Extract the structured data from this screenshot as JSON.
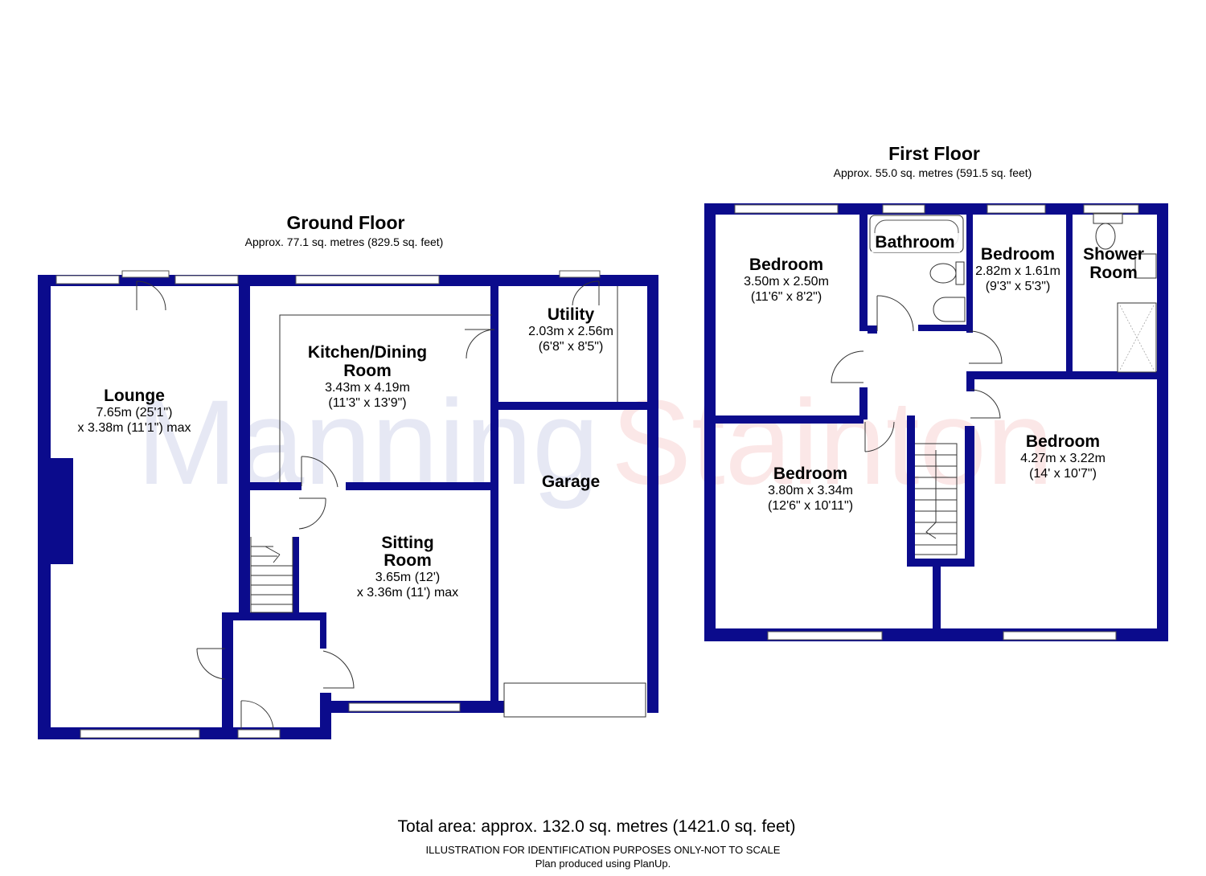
{
  "watermark": {
    "part1": "Manning",
    "part2": "Stainton"
  },
  "ground_floor": {
    "title": "Ground Floor",
    "area": "Approx. 77.1 sq. metres (829.5 sq. feet)",
    "rooms": {
      "lounge": {
        "name": "Lounge",
        "dim1": "7.65m (25'1\")",
        "dim2": "x 3.38m (11'1\") max"
      },
      "kitchen": {
        "name1": "Kitchen/Dining",
        "name2": "Room",
        "dim1": "3.43m x 4.19m",
        "dim2": "(11'3\" x 13'9\")"
      },
      "utility": {
        "name": "Utility",
        "dim1": "2.03m x 2.56m",
        "dim2": "(6'8\" x 8'5\")"
      },
      "garage": {
        "name": "Garage"
      },
      "sitting": {
        "name1": "Sitting",
        "name2": "Room",
        "dim1": "3.65m (12')",
        "dim2": "x 3.36m (11') max"
      }
    }
  },
  "first_floor": {
    "title": "First Floor",
    "area": "Approx. 55.0 sq. metres (591.5 sq. feet)",
    "rooms": {
      "bedroom1": {
        "name": "Bedroom",
        "dim1": "3.50m x 2.50m",
        "dim2": "(11'6\" x 8'2\")"
      },
      "bathroom": {
        "name": "Bathroom"
      },
      "bedroom2": {
        "name": "Bedroom",
        "dim1": "2.82m x 1.61m",
        "dim2": "(9'3\" x 5'3\")"
      },
      "shower": {
        "name1": "Shower",
        "name2": "Room"
      },
      "bedroom3": {
        "name": "Bedroom",
        "dim1": "3.80m x 3.34m",
        "dim2": "(12'6\" x 10'11\")"
      },
      "bedroom4": {
        "name": "Bedroom",
        "dim1": "4.27m x 3.22m",
        "dim2": "(14' x 10'7\")"
      }
    }
  },
  "footer": {
    "total": "Total area: approx. 132.0 sq. metres (1421.0 sq. feet)",
    "disclaimer": "ILLUSTRATION FOR IDENTIFICATION PURPOSES ONLY-NOT TO SCALE",
    "credit": "Plan produced using PlanUp."
  },
  "colors": {
    "wall": "#0b0b8c"
  }
}
